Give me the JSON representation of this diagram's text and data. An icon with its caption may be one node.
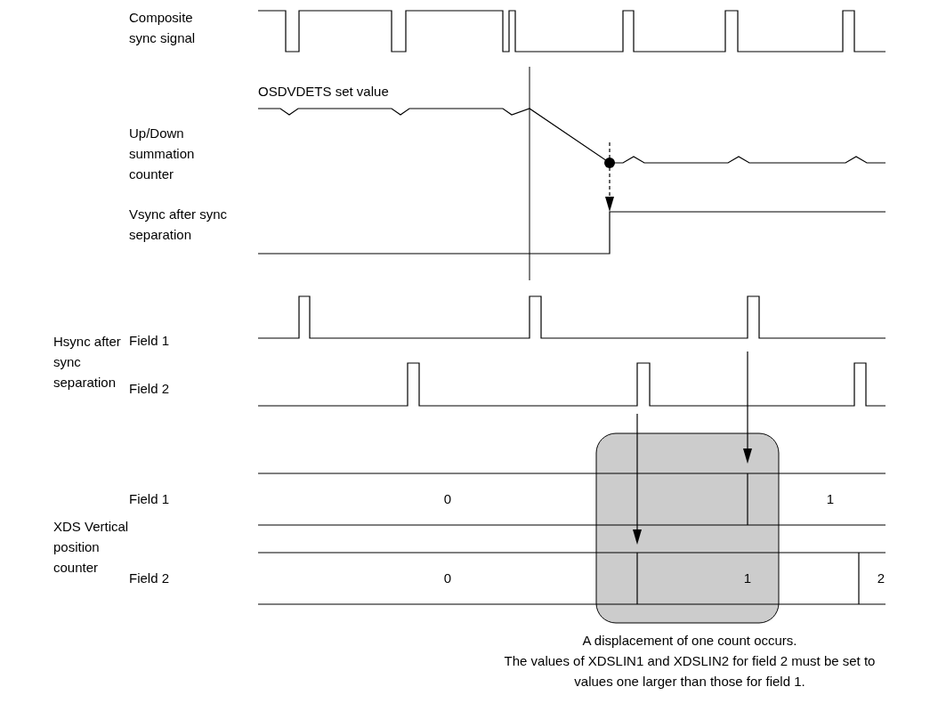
{
  "diagram": {
    "labels": [
      "Composite sync signal",
      "OSDVDETS set value",
      "Up/Down summation counter",
      "Vsync after sync separation",
      "Hsync after sync separation",
      "Field 1",
      "Field 2",
      "XDS Vertical position counter",
      "Field 1",
      "0",
      "1",
      "Field 2",
      "0",
      "1",
      "2",
      "A displacement of one count occurs.",
      "The values of XDSLIN1 and XDSLIN2 for field 2 must be set to values one larger than those for field 1."
    ]
  }
}
